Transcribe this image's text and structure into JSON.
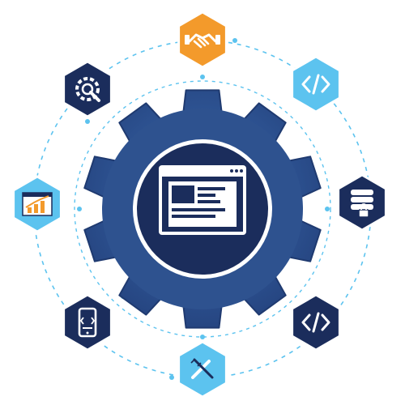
{
  "colors": {
    "navy_dark": "#1b2d5c",
    "navy_gear": "#2b4a86",
    "navy_gear_highlight": "#3b6bb0",
    "orange": "#f39a2b",
    "sky_blue": "#5cc3ef",
    "dashed_ring": "#5cc3ef",
    "white": "#ffffff"
  },
  "center": {
    "icon": "browser-window-icon"
  },
  "nodes": [
    {
      "id": "handshake",
      "icon": "handshake-icon",
      "fill": "orange"
    },
    {
      "id": "code-light",
      "icon": "code-brackets-icon",
      "fill": "sky_blue"
    },
    {
      "id": "database",
      "icon": "database-lock-icon",
      "fill": "navy_dark"
    },
    {
      "id": "code-dark",
      "icon": "code-brackets-icon",
      "fill": "navy_dark"
    },
    {
      "id": "tools",
      "icon": "pencil-ruler-icon",
      "fill": "sky_blue"
    },
    {
      "id": "mobile",
      "icon": "mobile-code-icon",
      "fill": "navy_dark"
    },
    {
      "id": "analytics",
      "icon": "growth-chart-icon",
      "fill": "sky_blue"
    },
    {
      "id": "settings",
      "icon": "gear-wrench-icon",
      "fill": "navy_dark"
    }
  ]
}
